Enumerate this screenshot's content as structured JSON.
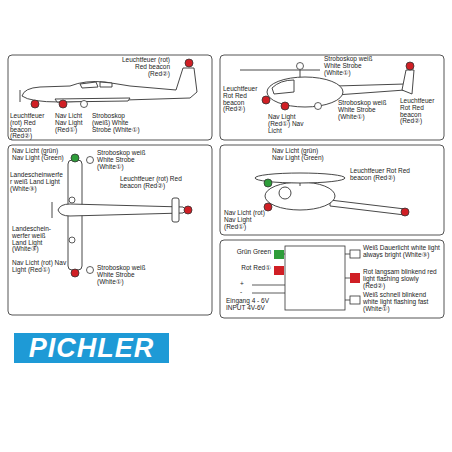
{
  "diagram": {
    "nodes": [
      {
        "text": [
          "PICHLER"
        ]
      }
    ],
    "labels": [
      "Leuchtfeuer (rot) Red beacon (Red②)",
      "Leuchtfeuer (rot) Red beacon (Red②)",
      "Nav Licht Nav Light (Red①)",
      "Stroboskop (weiß) White Strobe (White①)",
      "Stroboskop weiß White Strobe (White①)",
      "Leuchtfeuer Rot Red beacon (Red②)",
      "Leuchtfeuer Rot Red beacon (Red②)",
      "Nav Light (Red①) Nav Licht",
      "Stroboskop weiß White Strobe (White①)",
      "Nav Licht (grün) Nav Light (Green)",
      "Stroboskop weiß White Strobe (White①)",
      "Landescheinwerfer weiß Land Light (White③)",
      "Leuchtfeuer (rot) Red beacon (Red②)",
      "Landeschein-werfer weiß Land Light (White③)",
      "Nav Licht (rot) Nav Light (Red①)",
      "Stroboskop weiß White Strobe (White①)",
      "Nav Licht (grün) Nav Light (Green)",
      "Leuchtfeuer Rot Red beacon (Red②)",
      "Nav Licht (rot) Nav Light (Red①)",
      "Grün Green",
      "Rot Red①",
      "+",
      "-",
      "Eingang 4 - 6V INPUT 4V-6V",
      "Weiß Dauerlicht white light always bright (White③)",
      "Rot langsam blinkend red light flashing slowly (Red②)",
      "Weiß schnell blinkend white light flashing fast (White①)"
    ]
  }
}
